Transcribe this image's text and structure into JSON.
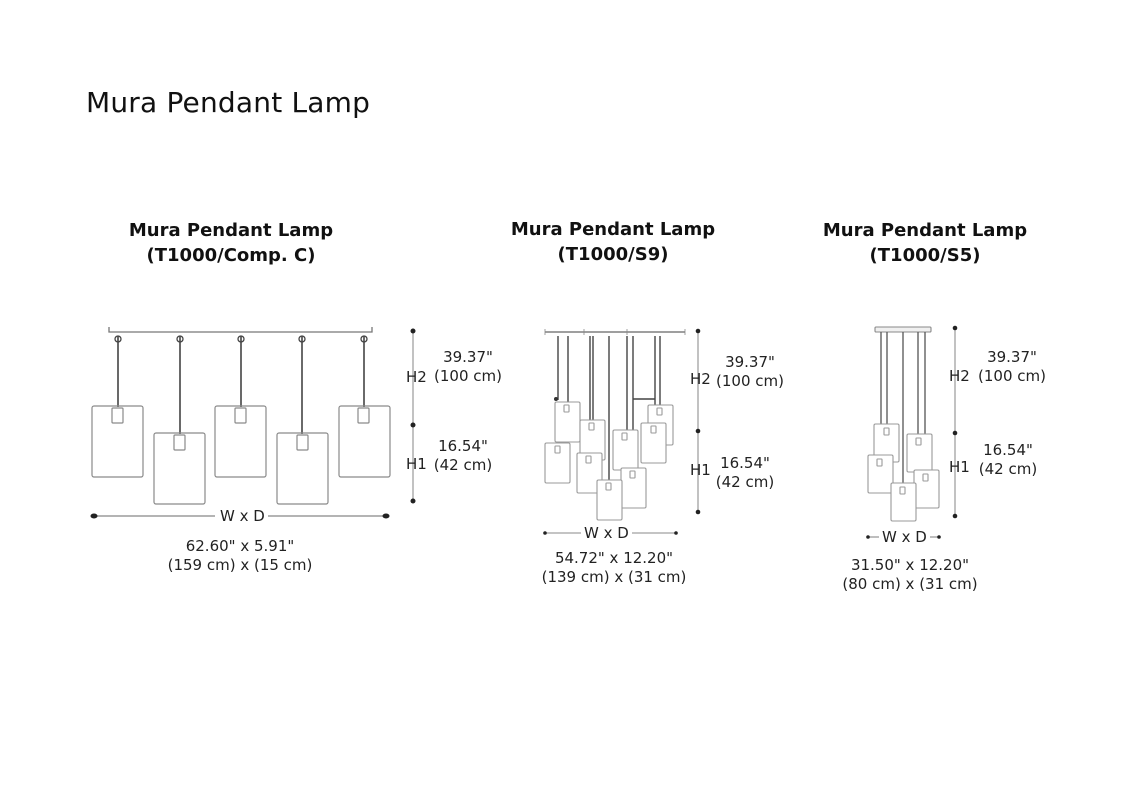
{
  "page": {
    "title": "Mura Pendant Lamp"
  },
  "variants": [
    {
      "title": "Mura Pendant Lamp",
      "code": "(T1000/Comp. C)",
      "h2_label": "H2",
      "h2_in": "39.37\"",
      "h2_cm": "(100 cm)",
      "h1_label": "H1",
      "h1_in": "16.54\"",
      "h1_cm": "(42 cm)",
      "wd_label": "W x D",
      "size_in": "62.60\" x 5.91\"",
      "size_cm": "(159 cm) x (15 cm)",
      "shade_count": 5
    },
    {
      "title": "Mura Pendant Lamp",
      "code": "(T1000/S9)",
      "h2_label": "H2",
      "h2_in": "39.37\"",
      "h2_cm": "(100 cm)",
      "h1_label": "H1",
      "h1_in": "16.54\"",
      "h1_cm": "(42 cm)",
      "wd_label": "W x D",
      "size_in": "54.72\" x 12.20\"",
      "size_cm": "(139 cm)  x (31 cm)",
      "shade_count": 9
    },
    {
      "title": "Mura Pendant Lamp",
      "code": "(T1000/S5)",
      "h2_label": "H2",
      "h2_in": "39.37\"",
      "h2_cm": "(100 cm)",
      "h1_label": "H1",
      "h1_in": "16.54\"",
      "h1_cm": "(42 cm)",
      "wd_label": "W x D",
      "size_in": "31.50\" x 12.20\"",
      "size_cm": "(80 cm)  x (31 cm)",
      "shade_count": 5
    }
  ],
  "colors": {
    "line": "#555555",
    "shade": "#8a8a8a",
    "dim_line": "#888888",
    "dot": "#222222"
  }
}
